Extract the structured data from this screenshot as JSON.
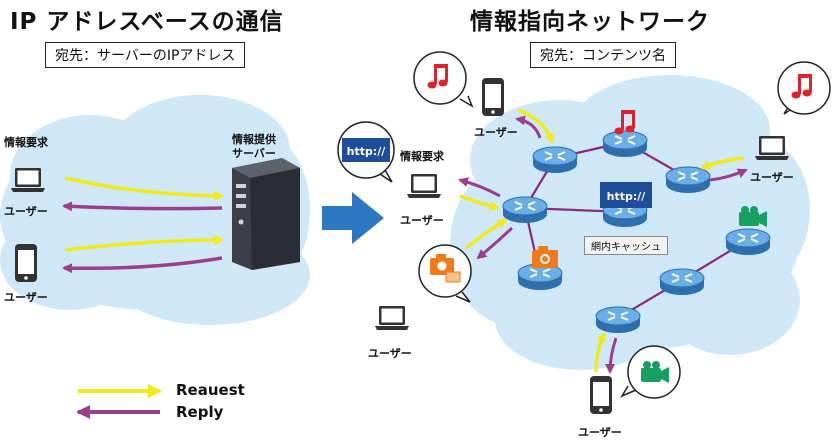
{
  "left": {
    "title": "IP アドレスベースの通信",
    "dest": "宛先：サーバーのIPアドレス",
    "req_label": "情報要求",
    "user_label": "ユーザー",
    "server_label_1": "情報提供",
    "server_label_2": "サーバー"
  },
  "right": {
    "title": "情報指向ネットワーク",
    "dest": "宛先：コンテンツ名",
    "req_label": "情報要求",
    "user_label": "ユーザー",
    "cache_label": "網内キャッシュ",
    "http_text": "http://"
  },
  "legend": {
    "request": "Reauest",
    "reply": "Reply"
  },
  "colors": {
    "request_arrow": "#f0ea1a",
    "reply_arrow": "#9b3f8c",
    "cloud": "#cfe8f8",
    "router": "#5a9bd5",
    "link": "#8a2a7a",
    "big_arrow": "#2e78c2",
    "music": "#e0202a",
    "camera": "#f07a1a",
    "video": "#17a060",
    "http_box": "#1e4e9a"
  },
  "icons": [
    "laptop-icon",
    "smartphone-icon",
    "server-icon",
    "router-icon",
    "music-note-icon",
    "camera-icon",
    "video-camera-icon",
    "http-icon",
    "speech-bubble-icon"
  ]
}
